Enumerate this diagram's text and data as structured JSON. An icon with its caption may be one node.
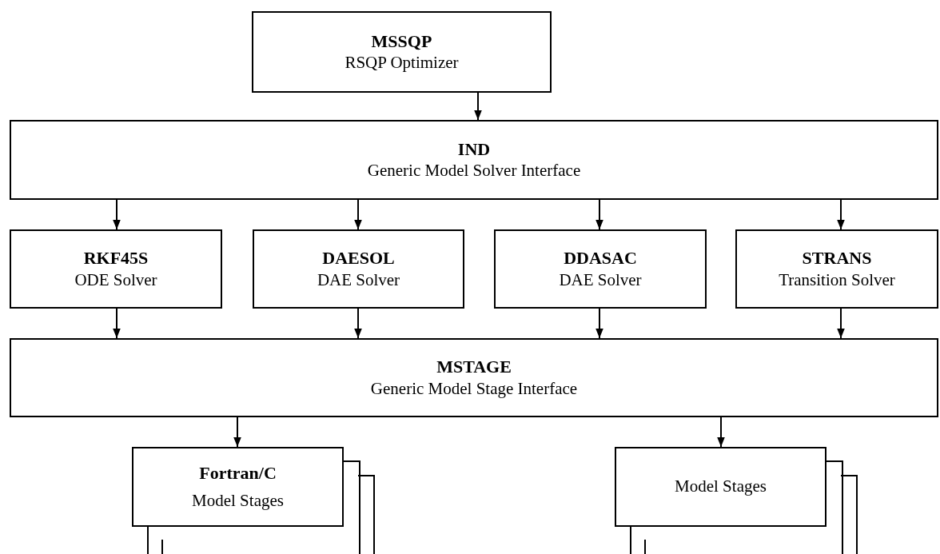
{
  "diagram": {
    "nodes": [
      {
        "text": [
          "MSSQP",
          "RSQP Optimizer"
        ]
      },
      {
        "text": [
          "IND",
          "Generic Model Solver Interface"
        ]
      },
      {
        "text": [
          "RKF45S",
          "ODE Solver"
        ]
      },
      {
        "text": [
          "DAESOL",
          "DAE Solver"
        ]
      },
      {
        "text": [
          "DDASAC",
          "DAE Solver"
        ]
      },
      {
        "text": [
          "STRANS",
          "Transition Solver"
        ]
      },
      {
        "text": [
          "MSTAGE",
          "Generic Model Stage Interface"
        ]
      },
      {
        "text": [
          "Fortran/C",
          "Model Stages"
        ]
      },
      {
        "text": [
          "Model Stages"
        ]
      }
    ],
    "edges": [
      {
        "from": 0,
        "to": 1,
        "arrow": "to"
      },
      {
        "from": 1,
        "to": 2,
        "arrow": "to"
      },
      {
        "from": 1,
        "to": 3,
        "arrow": "to"
      },
      {
        "from": 1,
        "to": 4,
        "arrow": "to"
      },
      {
        "from": 1,
        "to": 5,
        "arrow": "to"
      },
      {
        "from": 2,
        "to": 6,
        "arrow": "to"
      },
      {
        "from": 3,
        "to": 6,
        "arrow": "to"
      },
      {
        "from": 4,
        "to": 6,
        "arrow": "to"
      },
      {
        "from": 5,
        "to": 6,
        "arrow": "to"
      },
      {
        "from": 6,
        "to": 7,
        "arrow": "to"
      },
      {
        "from": 6,
        "to": 8,
        "arrow": "to"
      }
    ]
  }
}
